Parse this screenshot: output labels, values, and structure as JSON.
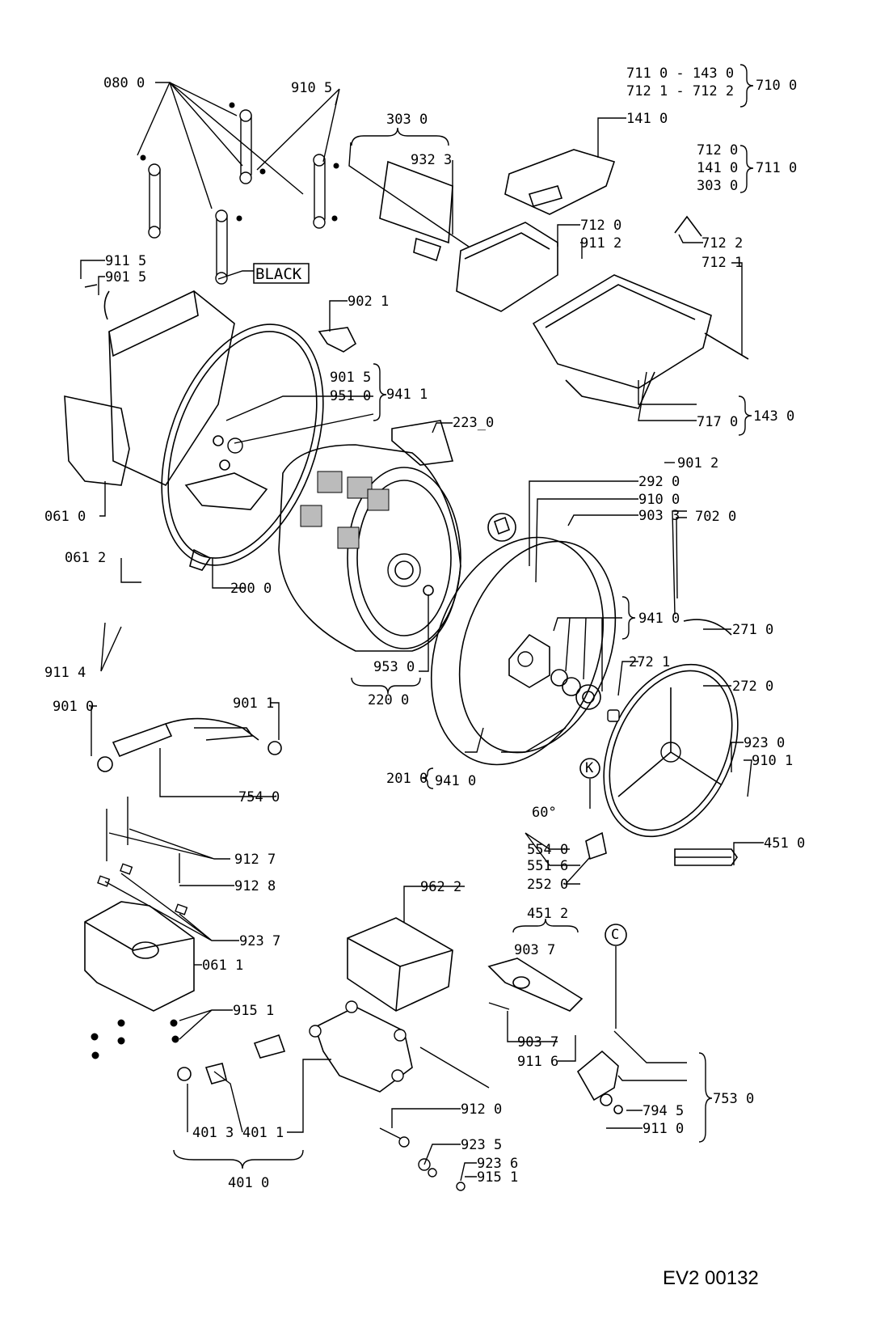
{
  "labels": [
    "080 0",
    "910 5",
    "911 5",
    "901 5",
    "BLACK",
    "303 0",
    "932 3",
    "141 0",
    "711 0 - 143 0",
    "712 1 - 712 2",
    "710 0",
    "712 0",
    "141 0",
    "303 0",
    "711 0",
    "712 0",
    "911 2",
    "712 2",
    "712 1",
    "902 1",
    "901 5",
    "951 0",
    "941 1",
    "223_0",
    "143 0",
    "717 0",
    "901 2",
    "061 0",
    "061 2",
    "200 0",
    "292 0",
    "910 0",
    "903 3",
    "702 0",
    "941 0",
    "271 0",
    "911 4",
    "953 0",
    "220 0",
    "272 1",
    "272 0",
    "901 0",
    "901 1",
    "201 0",
    "941 0",
    "923 0",
    "910 1",
    "754 0",
    "60°",
    "554 0",
    "551 6",
    "252 0",
    "451 0",
    "912 7",
    "912 8",
    "923 7",
    "962 2",
    "451 2",
    "903 7",
    "061 1",
    "915 1",
    "903 7",
    "911 6",
    "401 3",
    "401 1",
    "401 0",
    "912 0",
    "923 5",
    "923 6",
    "915 1",
    "794 5",
    "911 0",
    "753 0",
    "K",
    "C"
  ],
  "document_id": "EV2 00132"
}
